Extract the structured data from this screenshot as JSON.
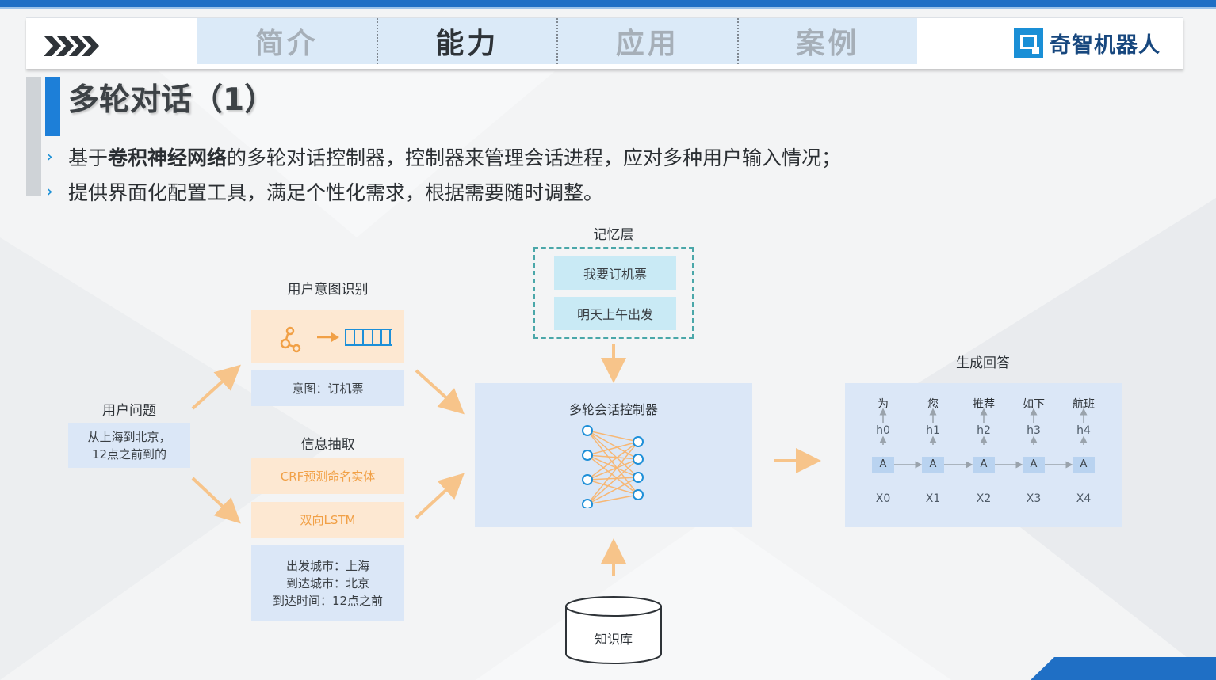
{
  "colors": {
    "accent": "#1d7fd8",
    "arrow": "#f7c48a",
    "nav_bg": "#dbeaf8",
    "box_blue": "#dbe7f7",
    "box_orange": "#fde8d2",
    "memory_border": "#4aa7a9"
  },
  "nav": {
    "tabs": [
      {
        "label": "简介",
        "active": false
      },
      {
        "label": "能力",
        "active": true
      },
      {
        "label": "应用",
        "active": false
      },
      {
        "label": "案例",
        "active": false
      }
    ],
    "logo_text": "奇智机器人",
    "chevron_icon": "chevron-right-icon"
  },
  "title": "多轮对话（1）",
  "bullets": [
    {
      "pre": "基于",
      "bold": "卷积神经网络",
      "post": "的多轮对话控制器，控制器来管理会话进程，应对多种用户输入情况；"
    },
    {
      "pre": "提供界面化配置工具，满足个性化需求，根据需要随时调整。",
      "bold": "",
      "post": ""
    }
  ],
  "diagram": {
    "user_question": {
      "label": "用户问题",
      "line1": "从上海到北京，",
      "line2": "12点之前到的"
    },
    "intent": {
      "label": "用户意图识别",
      "result": "意图：订机票",
      "icon": "share-network-icon"
    },
    "extraction": {
      "label": "信息抽取",
      "step1": "CRF预测命名实体",
      "step2": "双向LSTM",
      "r1": "出发城市：上海",
      "r2": "到达城市：北京",
      "r3": "到达时间：12点之前"
    },
    "memory": {
      "label": "记忆层",
      "item1": "我要订机票",
      "item2": "明天上午出发"
    },
    "controller": {
      "label": "多轮会话控制器"
    },
    "knowledge": {
      "label": "知识库"
    },
    "generation": {
      "label": "生成回答",
      "words": [
        "为",
        "您",
        "推荐",
        "如下",
        "航班"
      ],
      "hidden": [
        "h0",
        "h1",
        "h2",
        "h3",
        "h4"
      ],
      "cell": "A",
      "inputs": [
        "X0",
        "X1",
        "X2",
        "X3",
        "X4"
      ]
    }
  }
}
